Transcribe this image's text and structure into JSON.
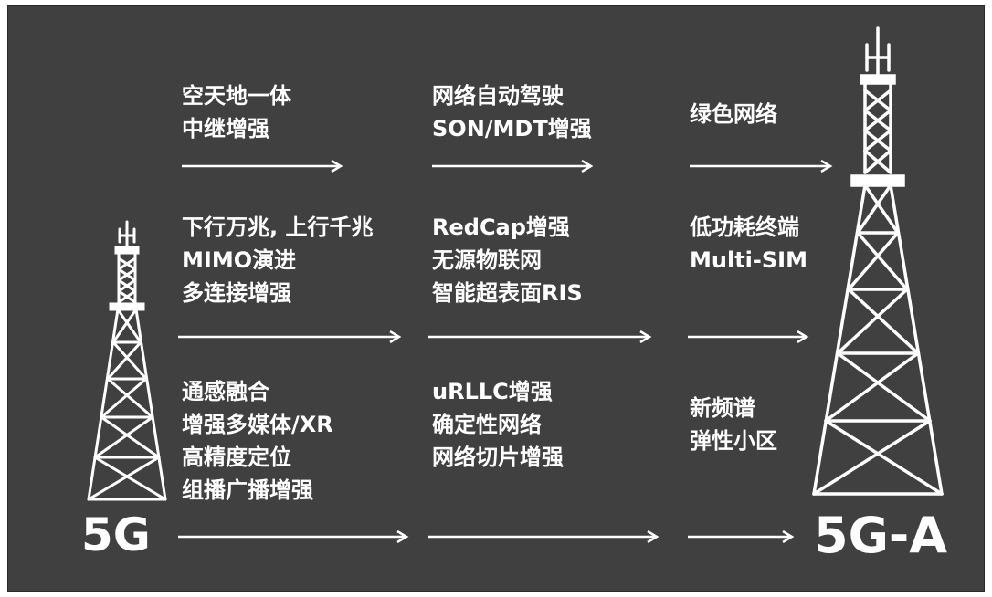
{
  "start_label": "5G",
  "end_label": "5G-A",
  "rows": [
    {
      "cells": [
        {
          "lines": [
            "空天地一体",
            "中继增强"
          ]
        },
        {
          "lines": [
            "网络自动驾驶",
            "SON/MDT增强"
          ]
        },
        {
          "lines": [
            "绿色网络"
          ]
        }
      ]
    },
    {
      "cells": [
        {
          "lines": [
            "下行万兆, 上行千兆",
            "MIMO演进",
            "多连接增强"
          ]
        },
        {
          "lines": [
            "RedCap增强",
            "无源物联网",
            "智能超表面RIS"
          ]
        },
        {
          "lines": [
            "低功耗终端",
            "Multi-SIM"
          ]
        }
      ]
    },
    {
      "cells": [
        {
          "lines": [
            "通感融合",
            "增强多媒体/XR",
            "高精度定位",
            "组播广播增强"
          ]
        },
        {
          "lines": [
            "uRLLC增强",
            "确定性网络",
            "网络切片增强"
          ]
        },
        {
          "lines": [
            "新频谱",
            "弹性小区"
          ]
        }
      ]
    }
  ],
  "colors": {
    "background": "#404040",
    "foreground": "#ffffff"
  },
  "icons": {
    "small_tower": "cell-tower-icon",
    "large_tower": "cell-tower-icon",
    "arrow": "arrow-right-icon"
  }
}
